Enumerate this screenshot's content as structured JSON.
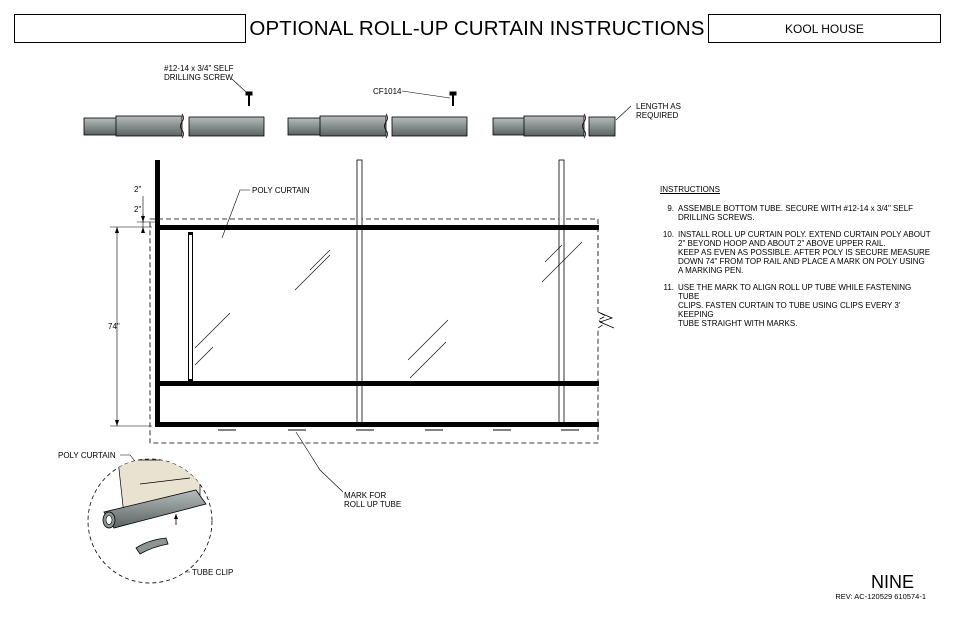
{
  "header": {
    "title": "OPTIONAL ROLL-UP CURTAIN INSTRUCTIONS",
    "brand": "KOOL HOUSE"
  },
  "callouts": {
    "screw_line1": "#12-14 x 3/4\" SELF",
    "screw_line2": "DRILLING SCREW",
    "part_no": "CF1014",
    "length_line1": "LENGTH AS",
    "length_line2": "REQUIRED",
    "dim_2_upper": "2\"",
    "dim_2_lower": "2\"",
    "dim_74": "74\"",
    "poly_curtain": "POLY CURTAIN",
    "mark_line1": "MARK FOR",
    "mark_line2": "ROLL UP TUBE",
    "detail_poly": "POLY CURTAIN",
    "tube_clip": "TUBE CLIP"
  },
  "instructions": {
    "heading": "INSTRUCTIONS",
    "steps": [
      {
        "num": "9.",
        "text": "ASSEMBLE BOTTOM TUBE.  SECURE WITH #12-14 x 3/4\" SELF\nDRILLING SCREWS."
      },
      {
        "num": "10.",
        "text": "INSTALL ROLL UP CURTAIN POLY.  EXTEND CURTAIN POLY ABOUT\n2\" BEYOND HOOP AND ABOUT 2\" ABOVE UPPER RAIL.\nKEEP AS EVEN AS POSSIBLE.  AFTER POLY IS SECURE MEASURE\nDOWN 74\" FROM TOP RAIL AND PLACE A MARK ON POLY USING\nA MARKING PEN."
      },
      {
        "num": "11.",
        "text": "USE THE MARK TO ALIGN ROLL UP TUBE WHILE FASTENING TUBE\nCLIPS.  FASTEN CURTAIN TO TUBE USING CLIPS EVERY 3' KEEPING\nTUBE STRAIGHT WITH MARKS."
      }
    ]
  },
  "footer": {
    "page_name": "NINE",
    "revision": "REV: AC-120529   610574-1"
  },
  "colors": {
    "tube_fill": "#8c9494",
    "tube_dark": "#5a6262",
    "poly_fill": "#e9e2d0",
    "line": "#000000"
  }
}
